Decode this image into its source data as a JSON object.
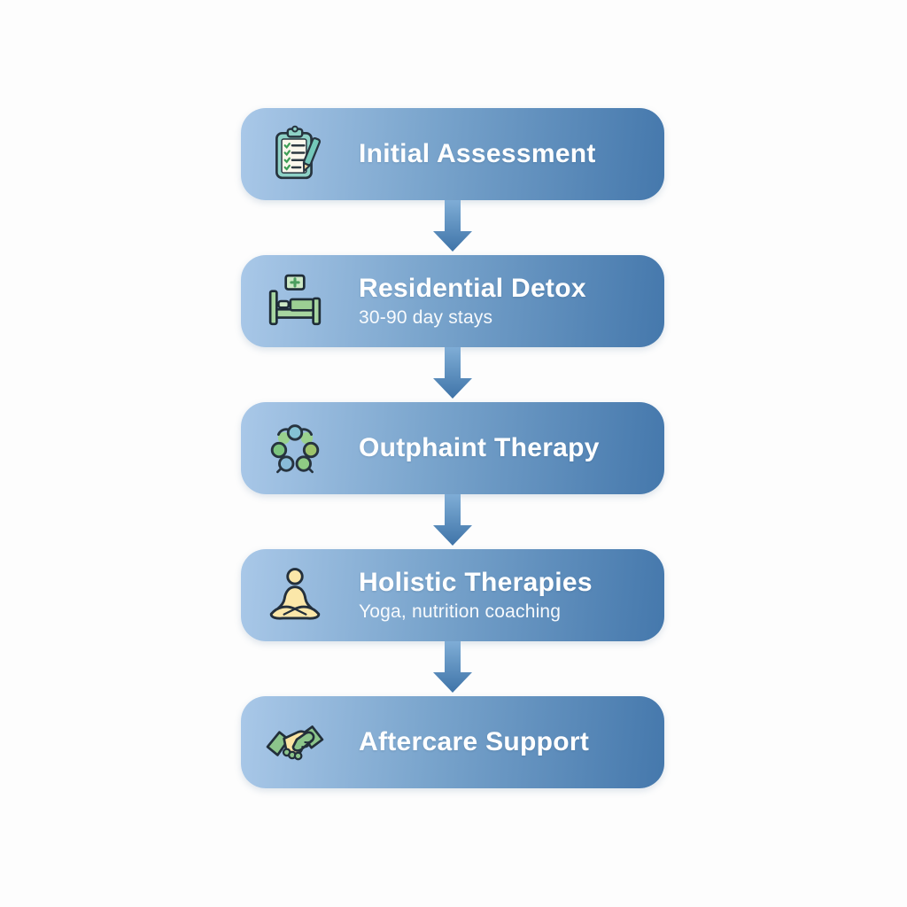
{
  "diagram": {
    "type": "vertical-flowchart",
    "steps": [
      {
        "title": "Initial Assessment",
        "subtitle": "",
        "icon": "clipboard-checklist-icon"
      },
      {
        "title": "Residential Detox",
        "subtitle": "30-90 day stays",
        "icon": "hospital-bed-icon"
      },
      {
        "title": "Outphaint Therapy",
        "subtitle": "",
        "icon": "group-circle-icon"
      },
      {
        "title": "Holistic Therapies",
        "subtitle": "Yoga, nutrition coaching",
        "icon": "meditation-icon"
      },
      {
        "title": "Aftercare Support",
        "subtitle": "",
        "icon": "handshake-icon"
      }
    ],
    "connector": "down-arrow"
  },
  "colors": {
    "background": "#fdfdfd",
    "card_gradient_start": "#a9c8e8",
    "card_gradient_end": "#4578ac",
    "arrow_top": "#7fadd6",
    "arrow_bottom": "#3f74a8",
    "title_text": "#ffffff",
    "icon_outline": "#27343f",
    "icon_teal": "#8ed1c6",
    "icon_green": "#8cc58b",
    "icon_yellow": "#fbe4a3"
  }
}
